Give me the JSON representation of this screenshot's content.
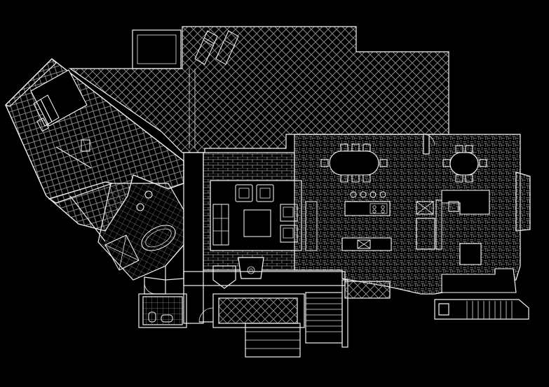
{
  "drawing": {
    "background": "#000000",
    "line_color": "#ffffff",
    "hatch_color": "#9a9a9a",
    "kind": "architectural-floor-plan"
  },
  "areas": [
    {
      "name": "terrace",
      "fill": "herringbone"
    },
    {
      "name": "pool",
      "fill": "water"
    },
    {
      "name": "master-bedroom-wing",
      "fill": "herringbone"
    },
    {
      "name": "master-bathroom",
      "fill": "tile-grid"
    },
    {
      "name": "living-room",
      "fill": "brick"
    },
    {
      "name": "dining-kitchen",
      "fill": "basket-weave"
    },
    {
      "name": "entry-stair",
      "fill": "steps"
    },
    {
      "name": "guest-bath",
      "fill": "tile-grid"
    }
  ]
}
